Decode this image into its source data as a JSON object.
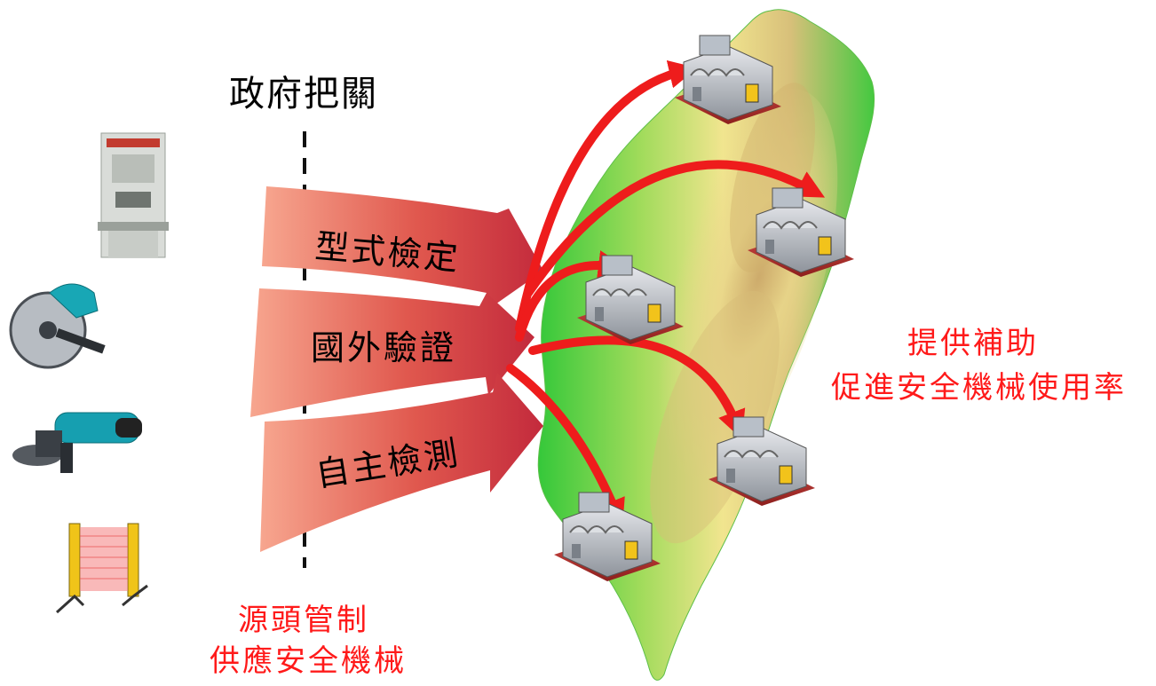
{
  "gate_label": "政府把關",
  "channels": [
    {
      "label": "型式檢定"
    },
    {
      "label": "國外驗證"
    },
    {
      "label": "自主檢測"
    }
  ],
  "left_caption": {
    "line1": "源頭管制",
    "line2": "供應安全機械"
  },
  "right_caption": {
    "line1": "提供補助",
    "line2": "促進安全機械使用率"
  },
  "machines": [
    {
      "icon": "press-machine-icon"
    },
    {
      "icon": "circular-saw-icon"
    },
    {
      "icon": "angle-grinder-icon"
    },
    {
      "icon": "light-curtain-icon"
    }
  ],
  "factories": [
    {
      "icon": "factory-icon"
    },
    {
      "icon": "factory-icon"
    },
    {
      "icon": "factory-icon"
    },
    {
      "icon": "factory-icon"
    },
    {
      "icon": "factory-icon"
    }
  ],
  "colors": {
    "accent_red": "#ff1a1a",
    "arrow_dark": "#c9303a",
    "arrow_light": "#f59a80",
    "map_green": "#3fcf3c",
    "map_yellow": "#f2e38a"
  }
}
